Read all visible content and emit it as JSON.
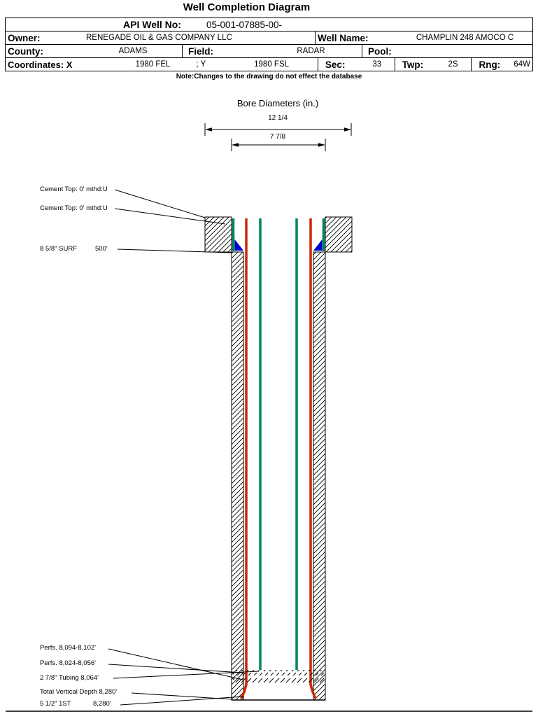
{
  "title": "Well Completion Diagram",
  "header": {
    "api": {
      "label": "API Well No:",
      "value": "05-001-07885-00-"
    },
    "owner": {
      "label": "Owner:",
      "value": "RENEGADE OIL & GAS COMPANY LLC"
    },
    "well_name": {
      "label": "Well Name:",
      "value": "CHAMPLIN 248 AMOCO C"
    },
    "county": {
      "label": "County:",
      "value": "ADAMS"
    },
    "field": {
      "label": "Field:",
      "value": "RADAR"
    },
    "pool": {
      "label": "Pool:",
      "value": ""
    },
    "coordinates": {
      "label": "Coordinates: X",
      "x_value": "1980 FEL",
      "y_label": "; Y",
      "y_value": "1980 FSL"
    },
    "sec": {
      "label": "Sec:",
      "value": "33"
    },
    "twp": {
      "label": "Twp:",
      "value": "2S"
    },
    "rng": {
      "label": "Rng:",
      "value": "64W"
    }
  },
  "note": "Note:Changes to the drawing do not effect the database",
  "diagram": {
    "bore_title": "Bore Diameters (in.)",
    "dimensions": {
      "outer": "12 1/4",
      "inner": "7 7/8"
    },
    "labels": {
      "cement_top_1": "Cement Top: 0' mthd:U",
      "cement_top_2": "Cement Top: 0' mthd:U",
      "surf_casing": "8 5/8\" SURF",
      "surf_depth": "500'",
      "perfs_1": "Perfs. 8,094-8,102'",
      "perfs_2": "Perfs. 8,024-8,056'",
      "tubing": "2 7/8\" Tubing 8,064'",
      "tvd": "Total Vertical Depth 8,280'",
      "casing_1st": "5 1/2\" 1ST",
      "casing_1st_depth": "8,280'"
    },
    "colors": {
      "casing_red": "#cc2800",
      "tubing_green": "#008757",
      "cement_blue": "#0000cc"
    }
  }
}
